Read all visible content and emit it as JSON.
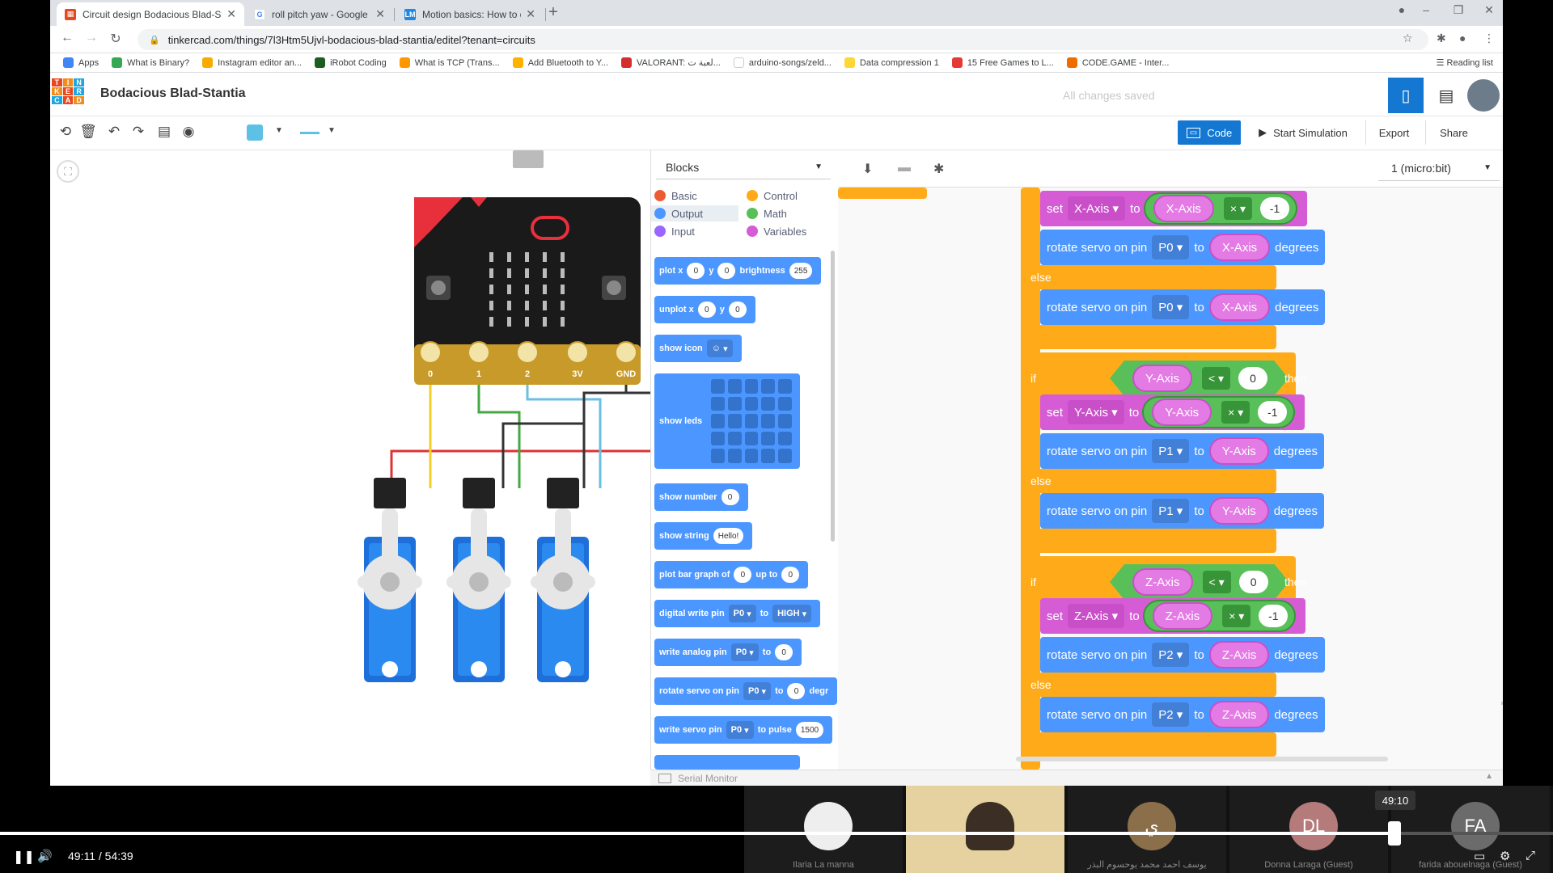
{
  "browser": {
    "tabs": [
      {
        "title": "Circuit design Bodacious Blad-Stantia",
        "active": true,
        "favicon": "tinkercad-icon"
      },
      {
        "title": "roll pitch yaw - Google Search",
        "active": false,
        "favicon": "google-icon"
      },
      {
        "title": "Motion basics: How to define roll, pitch and yaw",
        "active": false,
        "favicon": "lm-icon"
      }
    ],
    "url": "tinkercad.com/things/7l3Htm5Ujvl-bodacious-blad-stantia/editel?tenant=circuits",
    "bookmarks": [
      {
        "label": "Apps",
        "color": "#4285f4"
      },
      {
        "label": "What is Binary?",
        "color": "#34a853"
      },
      {
        "label": "Instagram editor an...",
        "color": "#f9ab00"
      },
      {
        "label": "iRobot Coding",
        "color": "#1b5e20"
      },
      {
        "label": "What is TCP (Trans...",
        "color": "#ff9800"
      },
      {
        "label": "Add Bluetooth to Y...",
        "color": "#ffb300"
      },
      {
        "label": "VALORANT: لعبة ت...",
        "color": "#d32f2f"
      },
      {
        "label": "arduino-songs/zeld...",
        "color": "#ffffff"
      },
      {
        "label": "Data compression 1",
        "color": "#fdd835"
      },
      {
        "label": "15 Free Games to L...",
        "color": "#e53935"
      },
      {
        "label": "CODE.GAME - Inter...",
        "color": "#ef6c00"
      }
    ],
    "reading_list": "Reading list"
  },
  "tinkercad": {
    "logo_letters": [
      "T",
      "I",
      "N",
      "K",
      "E",
      "R",
      "C",
      "A",
      "D",
      "",
      "",
      ""
    ],
    "project_title": "Bodacious Blad-Stantia",
    "save_status": "All changes saved",
    "toolbar": {
      "code": "Code",
      "start_simulation": "Start Simulation",
      "export": "Export",
      "share": "Share"
    },
    "pin_labels": [
      "0",
      "1",
      "2",
      "3V",
      "GND"
    ],
    "blocks_panel": {
      "mode": "Blocks",
      "categories": [
        {
          "name": "Basic",
          "color": "#ee5b33"
        },
        {
          "name": "Control",
          "color": "#ffab19"
        },
        {
          "name": "Output",
          "color": "#4c97ff"
        },
        {
          "name": "Math",
          "color": "#59c059"
        },
        {
          "name": "Input",
          "color": "#9966ff"
        },
        {
          "name": "Variables",
          "color": "#d65cd6"
        }
      ],
      "blocks": {
        "plot": {
          "label": "plot x",
          "x": "0",
          "y_label": "y",
          "y": "0",
          "brightness_label": "brightness",
          "brightness": "255"
        },
        "unplot": {
          "label": "unplot x",
          "x": "0",
          "y_label": "y",
          "y": "0"
        },
        "show_icon": {
          "label": "show icon"
        },
        "show_leds": {
          "label": "show leds"
        },
        "show_number": {
          "label": "show number",
          "value": "0"
        },
        "show_string": {
          "label": "show string",
          "value": "Hello!"
        },
        "plot_bar": {
          "label": "plot bar graph of",
          "value": "0",
          "up_to": "up to",
          "max": "0"
        },
        "digital_write": {
          "label": "digital write pin",
          "pin": "P0",
          "to": "to",
          "value": "HIGH"
        },
        "write_analog": {
          "label": "write analog pin",
          "pin": "P0",
          "to": "to",
          "value": "0"
        },
        "rotate_servo": {
          "label": "rotate servo on pin",
          "pin": "P0",
          "to": "to",
          "value": "0",
          "unit": "degr"
        },
        "write_servo": {
          "label": "write servo pin",
          "pin": "P0",
          "to": "to pulse",
          "value": "1500"
        }
      }
    },
    "serial_monitor": "Serial Monitor",
    "device": "1 (micro:bit)",
    "code": {
      "set_kw": "set",
      "to_kw": "to",
      "else_kw": "else",
      "if_kw": "if",
      "then_kw": "then",
      "rotate_kw": "rotate servo on pin",
      "degrees_kw": "degrees",
      "times_op": "×",
      "lt_op": "<",
      "neg_one": "-1",
      "zero": "0",
      "x_axis": "X-Axis",
      "y_axis": "Y-Axis",
      "z_axis": "Z-Axis",
      "p0": "P0",
      "p1": "P1",
      "p2": "P2"
    }
  },
  "meeting": {
    "participants": [
      {
        "name": "Ilaria La manna",
        "initials": "",
        "color": "#eeeeee"
      },
      {
        "name": "",
        "initials": "",
        "color": "#c8a14a"
      },
      {
        "name": "يوسف احمد محمد يوحسوم البذر",
        "initials": "ي",
        "color": "#8b6f4a"
      },
      {
        "name": "Donna Laraga (Guest)",
        "initials": "DL",
        "color": "#b57a7a"
      },
      {
        "name": "farida abouelnaga (Guest)",
        "initials": "FA",
        "color": "#6b6b6b"
      }
    ]
  },
  "video": {
    "current_time": "49:11 / 54:39",
    "hover_time": "49:10",
    "progress_fraction": 0.8997
  }
}
